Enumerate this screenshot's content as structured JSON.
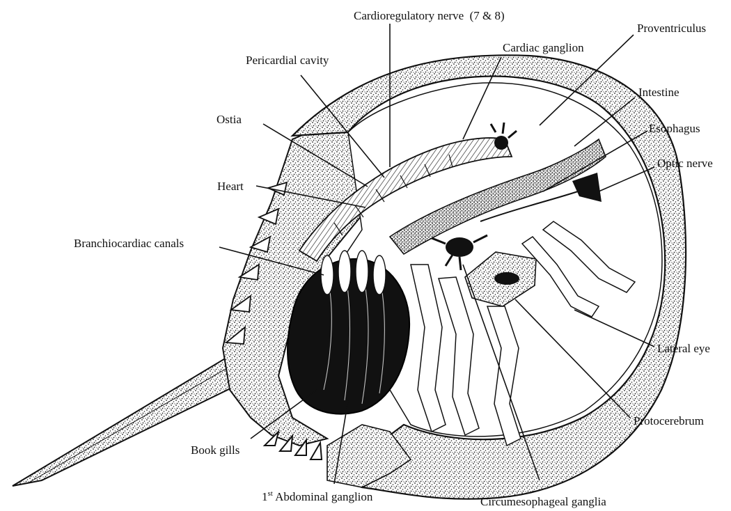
{
  "figure": {
    "labels": {
      "cardioregulatory_nerve": "Cardioregulatory nerve  (7 & 8)",
      "proventriculus": "Proventriculus",
      "pericardial_cavity": "Pericardial cavity",
      "cardiac_ganglion": "Cardiac ganglion",
      "intestine": "Intestine",
      "ostia": "Ostia",
      "esophagus": "Esophagus",
      "optic_nerve": "Optic nerve",
      "heart": "Heart",
      "branchiocardiac_canals": "Branchiocardiac canals",
      "lateral_eye": "Lateral eye",
      "protocerebrum": "Protocerebrum",
      "book_gills": "Book gills",
      "abdominal_ganglion_num": "1",
      "abdominal_ganglion_sup": "st",
      "abdominal_ganglion_rest": " Abdominal ganglion",
      "circumesophageal_ganglia": "Circumesophageal ganglia"
    }
  }
}
